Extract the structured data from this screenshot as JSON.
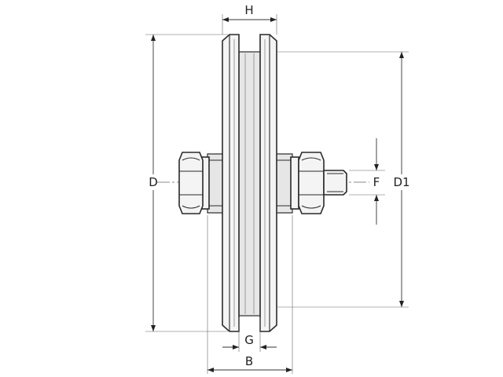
{
  "labels": {
    "H": "H",
    "D": "D",
    "D1": "D1",
    "F": "F",
    "G": "G",
    "B": "B"
  }
}
